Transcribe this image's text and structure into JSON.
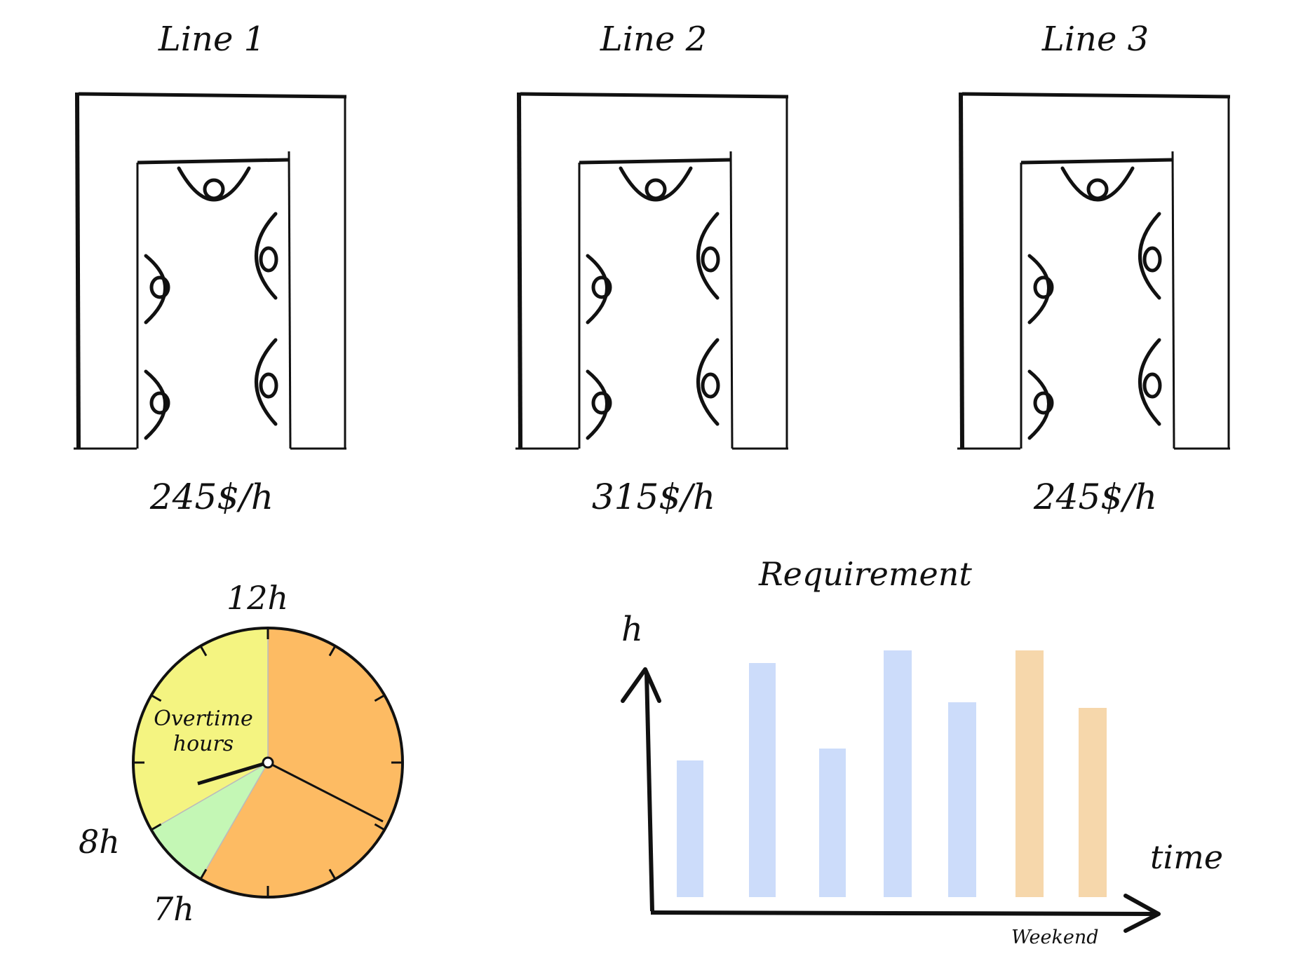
{
  "lines": [
    {
      "title": "Line 1",
      "rate": "245$/h"
    },
    {
      "title": "Line 2",
      "rate": "315$/h"
    },
    {
      "title": "Line 3",
      "rate": "245$/h"
    }
  ],
  "clock": {
    "label_12": "12h",
    "label_8": "8h",
    "label_7": "7h",
    "overtime_line1": "Overtime",
    "overtime_line2": "hours",
    "colors": {
      "regular": "#fdbb63",
      "overtime": "#f4f481",
      "partial": "#c4f7b5"
    }
  },
  "requirement": {
    "title": "Requirement",
    "y_label": "h",
    "x_label": "time",
    "weekend_label": "Weekend",
    "colors": {
      "weekday": "#ccdcfa",
      "weekend": "#f6d7ab"
    }
  }
}
